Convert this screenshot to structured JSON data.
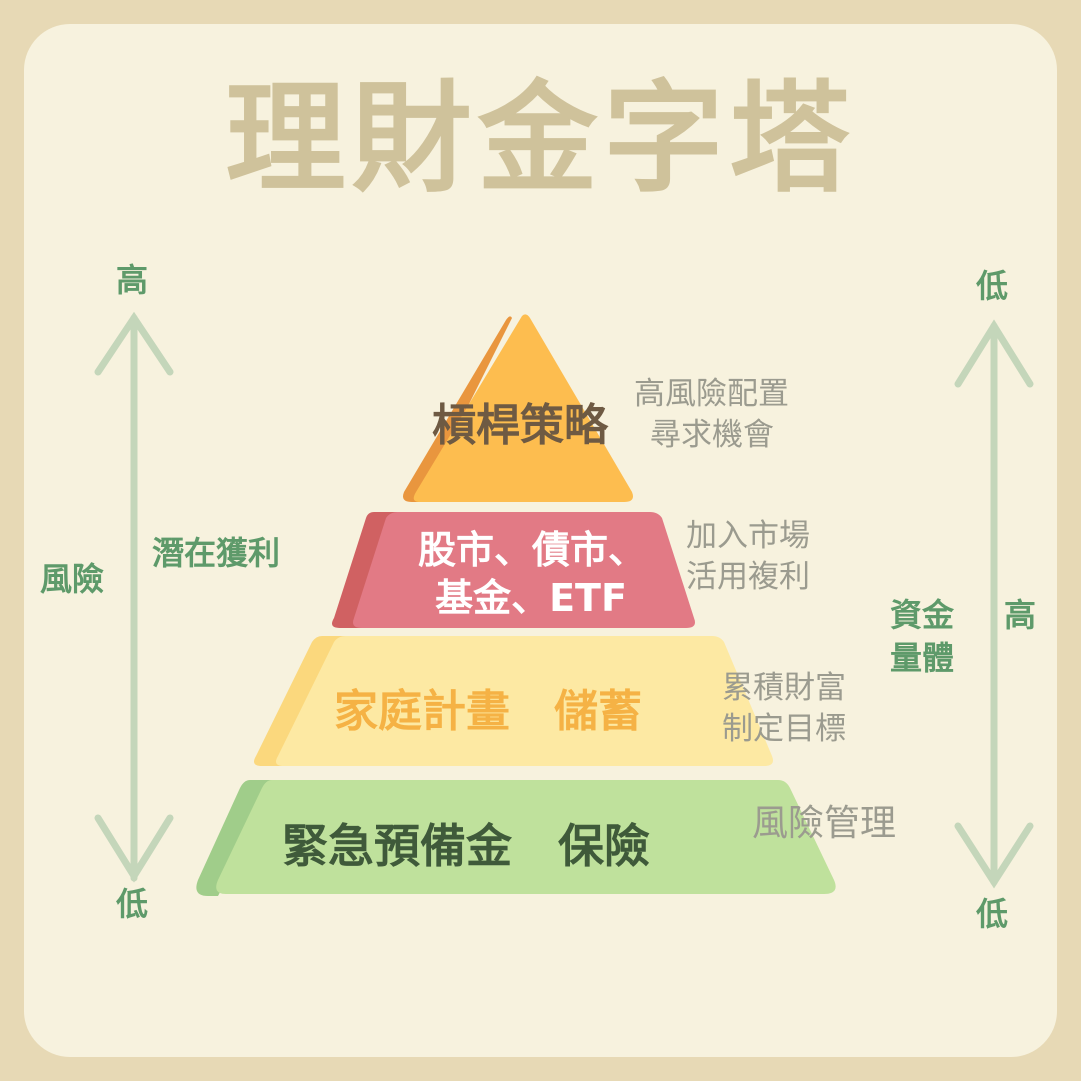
{
  "title": "理財金字塔",
  "left_axis": {
    "top": "高",
    "bottom": "低",
    "label": "風險",
    "sub_label": "潛在獲利"
  },
  "right_axis": {
    "top": "低",
    "bottom": "低",
    "label_line1": "資金",
    "label_line2": "量體",
    "sub_label": "高"
  },
  "tiers": [
    {
      "text": "槓桿策略",
      "note_line1": "高風險配置",
      "note_line2": "尋求機會",
      "color": "#fdbd4f",
      "shade": "#e9963e",
      "text_color": "#6e5a43"
    },
    {
      "text_line1": "股市、債市、",
      "text_line2": "基金、ETF",
      "note_line1": "加入市場",
      "note_line2": "活用複利",
      "color": "#e27a85",
      "shade": "#d06162",
      "text_color": "#ffffff"
    },
    {
      "text": "家庭計畫　儲蓄",
      "note_line1": "累積財富",
      "note_line2": "制定目標",
      "color": "#fde9a3",
      "shade": "#fbd87d",
      "text_color": "#f5b245"
    },
    {
      "text": "緊急預備金　保險",
      "note_line1": "風險管理",
      "color": "#bfe19c",
      "shade": "#a0cd8a",
      "text_color": "#3f5a3a"
    }
  ],
  "colors": {
    "background": "#e7d9b5",
    "card": "#f7f2de",
    "title": "#cfc29b",
    "axis_green": "#5e9a6a",
    "arrow": "#c4d6ba",
    "note": "#9b9b8f"
  }
}
